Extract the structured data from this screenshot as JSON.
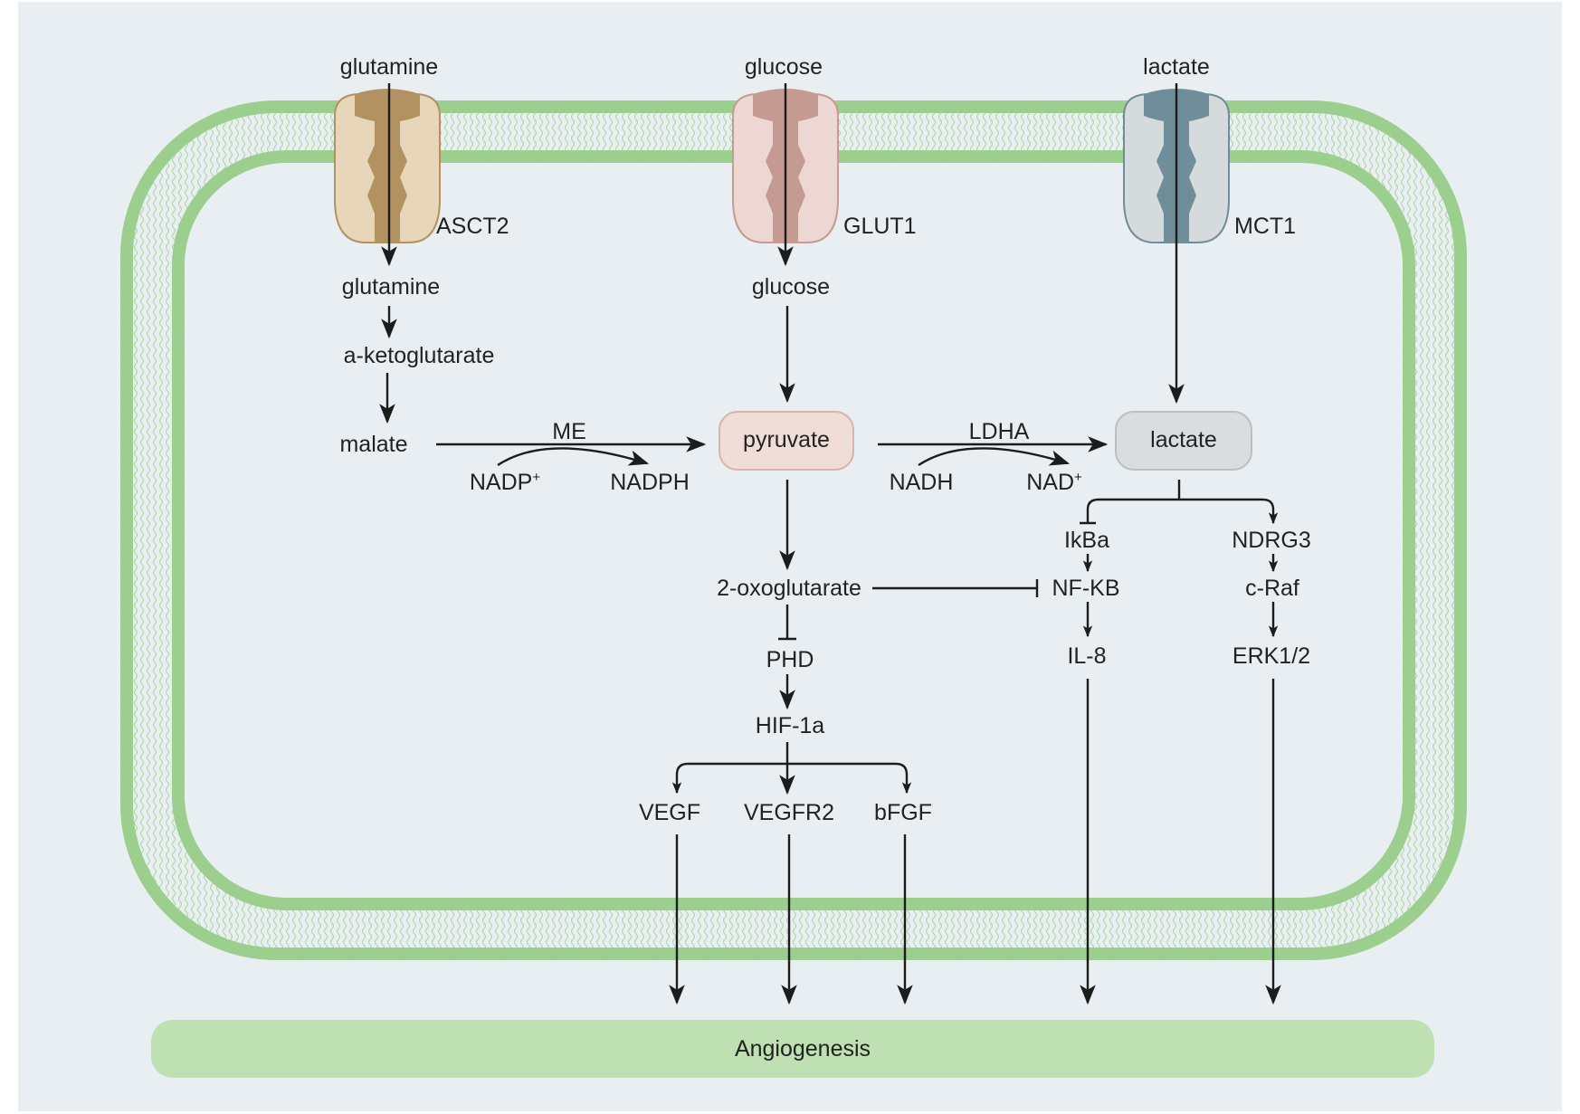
{
  "colors": {
    "background": "#e8eef2",
    "membrane": "#9cce8e",
    "membrane_dark": "#7fbf72",
    "asct2": "#b39262",
    "asct2_light": "#e8d6bb",
    "glut1": "#c59a93",
    "glut1_light": "#ecd7d2",
    "mct1": "#6f8e99",
    "mct1_light": "#d5dadc",
    "pyruvate_fill": "#f1ddd8",
    "pyruvate_stroke": "#d8b4ab",
    "lactate_fill": "#dadddf",
    "lactate_stroke": "#b9c1c6",
    "angiogenesis_bar": "#bfe0b3",
    "line": "#1c1c1c"
  },
  "transporters": [
    {
      "id": "asct2",
      "substrate": "glutamine",
      "name": "ASCT2",
      "icon": "transporter-channel-icon"
    },
    {
      "id": "glut1",
      "substrate": "glucose",
      "name": "GLUT1",
      "icon": "transporter-channel-icon"
    },
    {
      "id": "mct1",
      "substrate": "lactate",
      "name": "MCT1",
      "icon": "transporter-channel-icon"
    }
  ],
  "nodes": {
    "glutamine_in": "glutamine",
    "a_ketoglutarate": "a-ketoglutarate",
    "malate": "malate",
    "glucose_in": "glucose",
    "pyruvate": "pyruvate",
    "lactate_in": "lactate",
    "oxoglutarate": "2-oxoglutarate",
    "phd": "PHD",
    "hif1a": "HIF-1a",
    "vegf": "VEGF",
    "vegfr2": "VEGFR2",
    "bfgf": "bFGF",
    "ikba": "IkBa",
    "nfkb": "NF-KB",
    "il8": "IL-8",
    "ndrg3": "NDRG3",
    "craf": "c-Raf",
    "erk": "ERK1/2"
  },
  "reactions": {
    "me": {
      "enzyme": "ME",
      "cofactor_in": "NADP",
      "cofactor_in_sup": "+",
      "cofactor_out": "NADPH"
    },
    "ldha": {
      "enzyme": "LDHA",
      "cofactor_in": "NADH",
      "cofactor_out": "NAD",
      "cofactor_out_sup": "+"
    }
  },
  "outcome": "Angiogenesis"
}
